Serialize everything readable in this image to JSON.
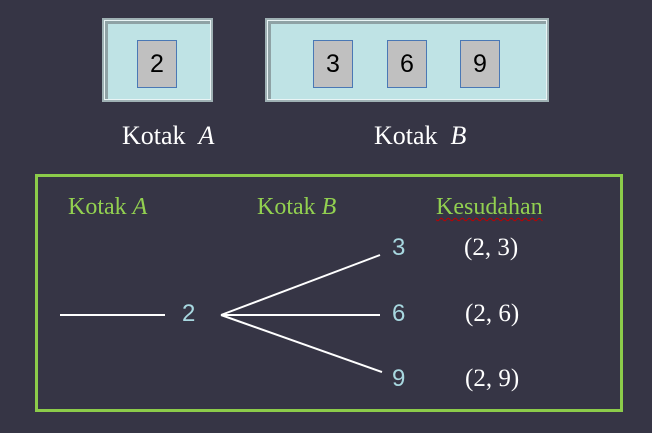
{
  "box_a": {
    "cards": [
      "2"
    ],
    "label_prefix": "Kotak",
    "label_var": "A"
  },
  "box_b": {
    "cards": [
      "3",
      "6",
      "9"
    ],
    "label_prefix": "Kotak",
    "label_var": "B"
  },
  "tree": {
    "headers": {
      "col_a_prefix": "Kotak",
      "col_a_var": "A",
      "col_b_prefix": "Kotak",
      "col_b_var": "B",
      "outcome": "Kesudahan"
    },
    "root": "2",
    "branches": [
      {
        "value": "3",
        "outcome": "(2, 3)"
      },
      {
        "value": "6",
        "outcome": "(2, 6)"
      },
      {
        "value": "9",
        "outcome": "(2, 9)"
      }
    ]
  },
  "colors": {
    "background": "#363545",
    "box_fill": "#bfe3e5",
    "frame": "#8ccc4a",
    "header_text": "#92d050",
    "node_text": "#a8d8e0"
  }
}
